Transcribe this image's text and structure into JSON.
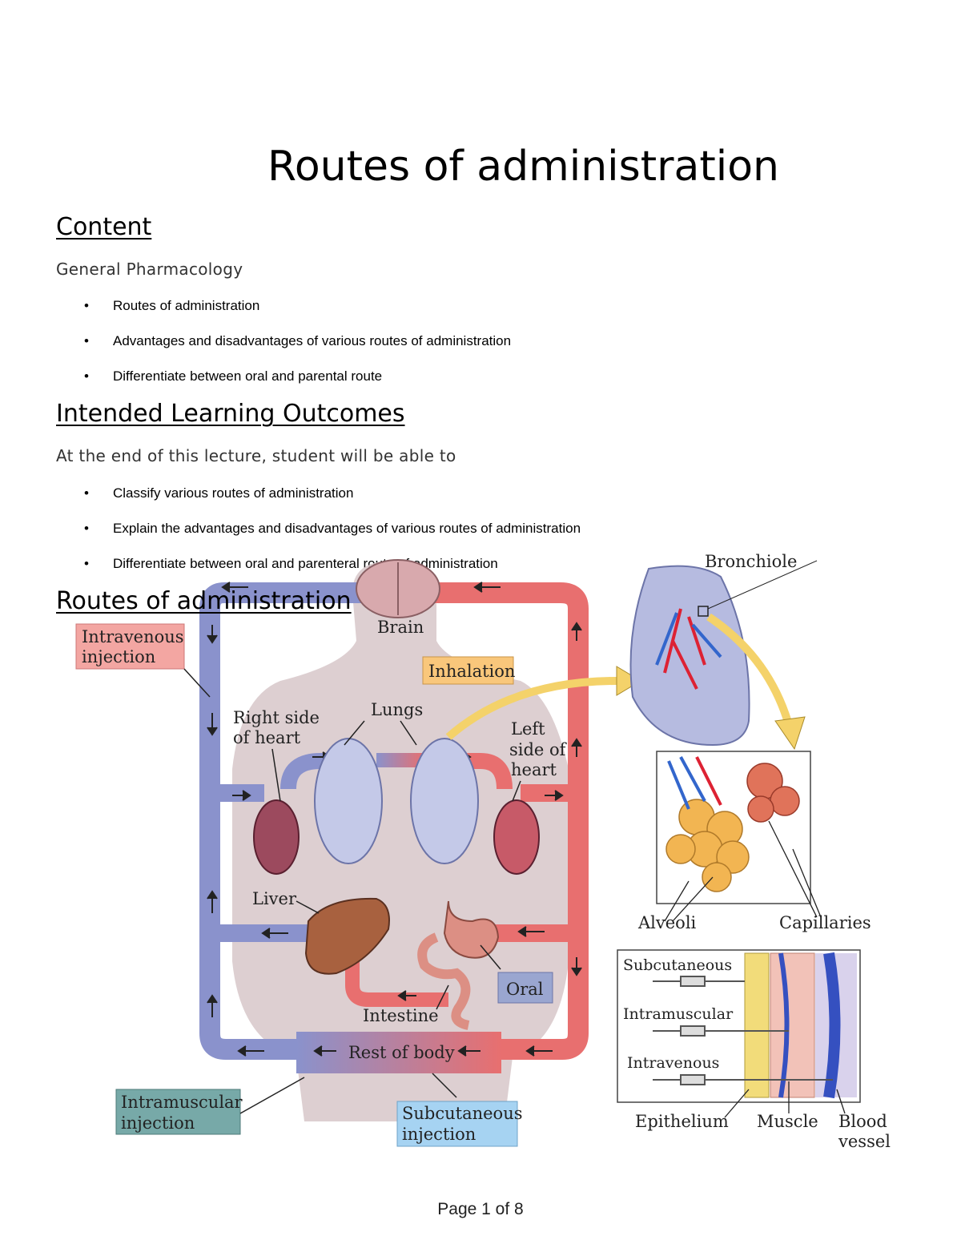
{
  "title": "Routes of administration",
  "content": {
    "heading": "Content",
    "subtitle": "General Pharmacology",
    "bullets": [
      "Routes of administration",
      "Advantages and disadvantages of various routes of administration",
      "Differentiate between oral and parental route"
    ]
  },
  "outcomes": {
    "heading": "Intended Learning Outcomes",
    "intro": "At the end of this lecture, student will be able to",
    "bullets": [
      "Classify various routes of administration",
      "Explain the advantages and disadvantages of various routes of administration",
      "Differentiate between oral and parenteral route of administration"
    ]
  },
  "routes_heading": "Routes of administration",
  "figure": {
    "labels": {
      "intravenous_injection_1": "Intravenous",
      "intravenous_injection_2": "injection",
      "brain": "Brain",
      "inhalation": "Inhalation",
      "right_heart_1": "Right side",
      "right_heart_2": "of heart",
      "lungs": "Lungs",
      "left_heart_1": "Left",
      "left_heart_2": "side of",
      "left_heart_3": "heart",
      "liver": "Liver",
      "oral": "Oral",
      "intestine": "Intestine",
      "rest_of_body": "Rest of body",
      "intramuscular_injection_1": "Intramuscular",
      "intramuscular_injection_2": "injection",
      "subcutaneous_injection_1": "Subcutaneous",
      "subcutaneous_injection_2": "injection",
      "bronchiole": "Bronchiole",
      "alveoli": "Alveoli",
      "capillaries": "Capillaries",
      "inset_subcutaneous": "Subcutaneous",
      "inset_intramuscular": "Intramuscular",
      "inset_intravenous": "Intravenous",
      "epithelium": "Epithelium",
      "muscle": "Muscle",
      "blood_vessel_1": "Blood",
      "blood_vessel_2": "vessel"
    }
  },
  "footer": "Page 1 of 8",
  "colors": {
    "venous": "#8a92cc",
    "arterial": "#e86f6f",
    "body_silhouette": "#d7c7c9",
    "iv_box": "#f3a6a2",
    "inhalation_box": "#f9c77b",
    "oral_box": "#9aa6d0",
    "im_box": "#77a9a8",
    "sc_box": "#a6d3f2"
  }
}
